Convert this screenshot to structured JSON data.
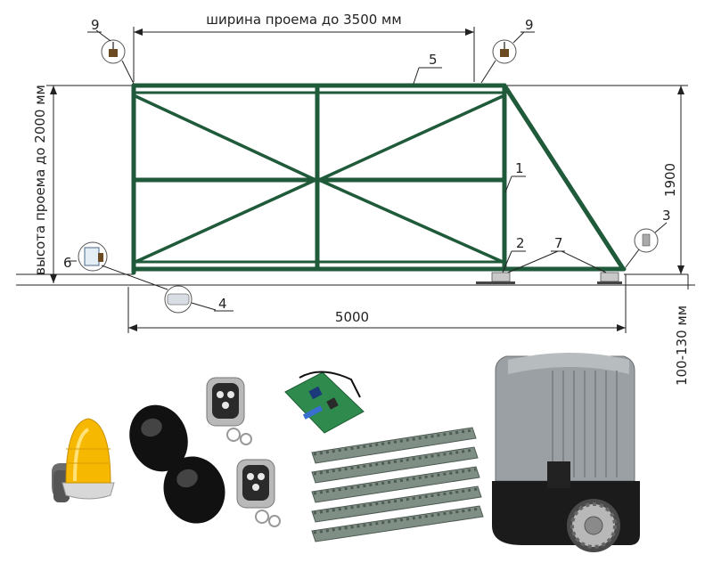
{
  "dimensions": {
    "opening_width": "ширина проема до 3500 мм",
    "opening_height": "высота проема до 2000 мм",
    "gate_height": "1900",
    "total_length": "5000",
    "ground_clearance": "100-130 мм"
  },
  "callouts": {
    "frame_post": "1",
    "roller_carriage": "2",
    "end_roller": "3",
    "photocell_bottom": "4",
    "top_beam": "5",
    "control_box": "6",
    "support_roller": "7",
    "top_catcher_left": "9",
    "top_catcher_right": "9"
  },
  "colors": {
    "frame": "#1f5a3a",
    "lamp": "#f6b800",
    "motor_body": "#9aa0a3",
    "motor_base": "#1b1b1b",
    "rack": "#7f8f85"
  },
  "icons": [
    "signal-lamp-icon",
    "photocell-icon",
    "remote-control-icon",
    "control-board-icon",
    "gear-rack-icon",
    "gate-motor-icon"
  ]
}
